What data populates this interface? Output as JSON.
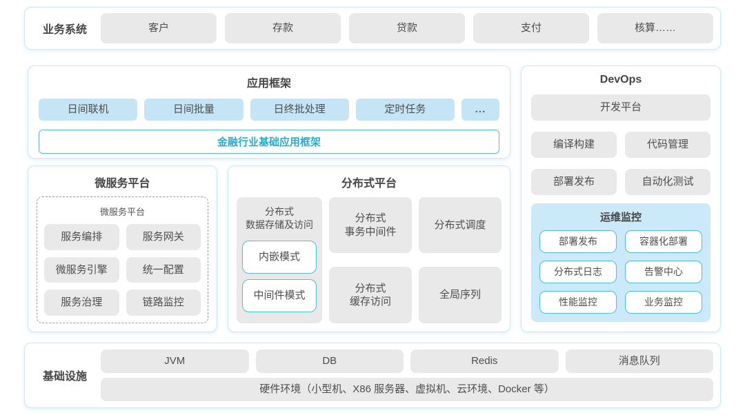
{
  "business_systems": {
    "label": "业务系统",
    "items": [
      "客户",
      "存款",
      "贷款",
      "支付",
      "核算……"
    ]
  },
  "app_framework": {
    "title": "应用框架",
    "items": [
      "日间联机",
      "日间批量",
      "日终批处理",
      "定时任务"
    ],
    "more": "...",
    "base_framework": "金融行业基础应用框架"
  },
  "devops": {
    "title": "DevOps",
    "dev_platform": "开发平台",
    "items": [
      "编译构建",
      "代码管理",
      "部署发布",
      "自动化测试"
    ],
    "ops_monitoring": {
      "title": "运维监控",
      "items": [
        "部署发布",
        "容器化部署",
        "分布式日志",
        "告警中心",
        "性能监控",
        "业务监控"
      ]
    }
  },
  "microservice_platform": {
    "title": "微服务平台",
    "inner_title": "微服务平台",
    "items": [
      "服务编排",
      "服务网关",
      "微服务引擎",
      "统一配置",
      "服务治理",
      "链路监控"
    ]
  },
  "distributed_platform": {
    "title": "分布式平台",
    "data_storage": {
      "label": "分布式\n数据存储及访问",
      "modes": [
        "内嵌模式",
        "中间件模式"
      ]
    },
    "col2": [
      "分布式\n事务中间件",
      "分布式\n缓存访问"
    ],
    "col3": [
      "分布式调度",
      "全局序列"
    ]
  },
  "infrastructure": {
    "label": "基础设施",
    "items": [
      "JVM",
      "DB",
      "Redis",
      "消息队列"
    ],
    "hardware": "硬件环境（小型机、X86 服务器、虚拟机、云环境、Docker 等）"
  },
  "colors": {
    "panel_border": "#c9e8f3",
    "gray_box": "#e9e9e9",
    "blue_box": "#c5e5f7",
    "ops_panel_bg": "#cbe9f8",
    "teal_border": "#4fbcd9",
    "teal_text": "#29abce",
    "text": "#4d4d4d"
  }
}
